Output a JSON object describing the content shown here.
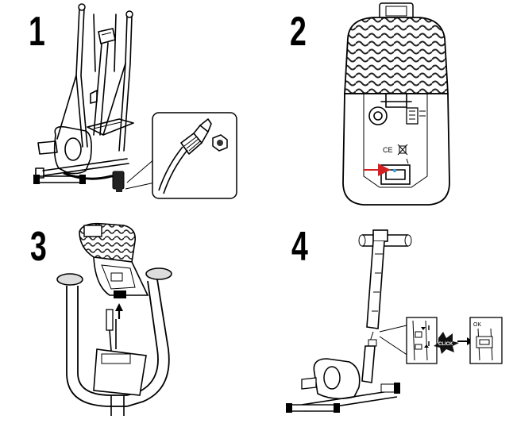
{
  "steps": [
    {
      "number": "1"
    },
    {
      "number": "2"
    },
    {
      "number": "3"
    },
    {
      "number": "4"
    }
  ],
  "panel2": {
    "ce_mark": "CE"
  },
  "panel4": {
    "click_label": "CLICK",
    "ok_label": "OK"
  },
  "colors": {
    "arrow_red": "#d42020",
    "indicator_blue": "#3aa0e0",
    "line": "#000000"
  }
}
